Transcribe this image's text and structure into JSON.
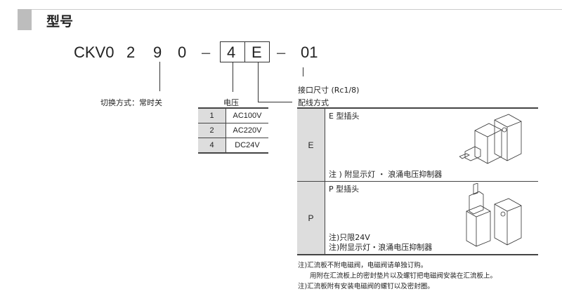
{
  "header": {
    "title": "型号"
  },
  "model_code": {
    "prefix": "CKV0",
    "d1": "2",
    "d2": "9",
    "d3": "0",
    "dash1": "–",
    "voltage_code": "4",
    "wiring_code": "E",
    "dash2": "–",
    "port_code": "01"
  },
  "labels": {
    "switching": "切换方式：常时关",
    "voltage": "电压",
    "port_size": "接口尺寸 (Rc1/8)",
    "wiring": "配线方式"
  },
  "voltage_table": [
    {
      "code": "1",
      "value": "AC100V"
    },
    {
      "code": "2",
      "value": "AC220V"
    },
    {
      "code": "4",
      "value": "DC24V"
    }
  ],
  "wiring_table": [
    {
      "code": "E",
      "title": "E 型插头",
      "notes": [
        "注 ) 附显示灯 ・ 浪涌电压抑制器"
      ]
    },
    {
      "code": "P",
      "title": "P 型插头",
      "notes": [
        "注)只限24V",
        "注)附显示灯・浪涌电压抑制器"
      ]
    }
  ],
  "footnotes": [
    "注)汇流板不附电磁阀，电磁阀请单独订购。",
    "用附在汇流板上的密封垫片以及螺钉把电磁阀安装在汇流板上。",
    "注)汇流板附有安装电磁阀的螺钉以及密封圈。"
  ]
}
